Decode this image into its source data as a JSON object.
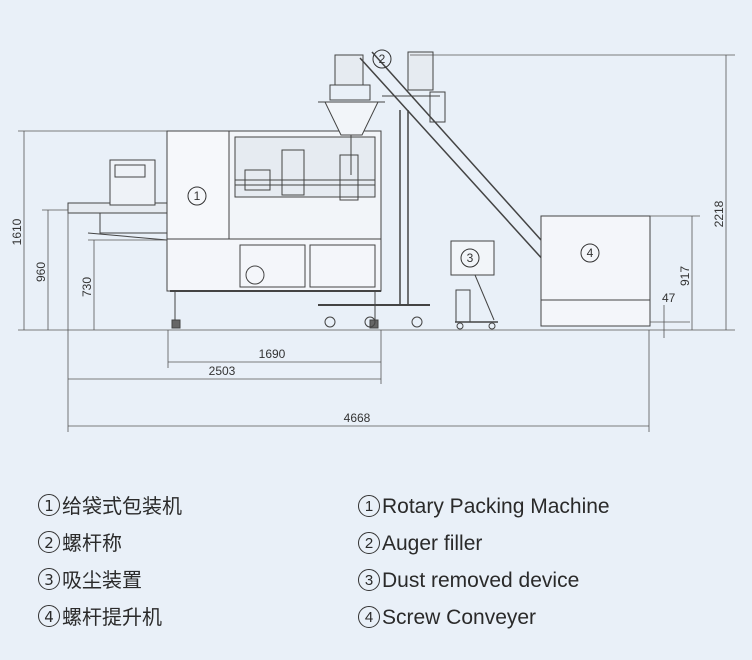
{
  "dimensions": {
    "total_height": "1610",
    "table_height": "960",
    "platform_height": "730",
    "machine_length": "1690",
    "machine_with_feeder_length": "2503",
    "overall_length": "4668",
    "conveyor_top_height": "917",
    "conveyor_base_height": "47",
    "filler_height": "2218"
  },
  "callouts": {
    "c1": "1",
    "c2": "2",
    "c3": "3",
    "c4": "4"
  },
  "legend_cn": [
    {
      "num": "1",
      "text": "给袋式包装机"
    },
    {
      "num": "2",
      "text": "螺杆称"
    },
    {
      "num": "3",
      "text": "吸尘装置"
    },
    {
      "num": "4",
      "text": "螺杆提升机"
    }
  ],
  "legend_en": [
    {
      "num": "1",
      "text": "Rotary Packing Machine"
    },
    {
      "num": "2",
      "text": "Auger filler"
    },
    {
      "num": "3",
      "text": "Dust removed device"
    },
    {
      "num": "4",
      "text": "Screw Conveyer"
    }
  ],
  "colors": {
    "background": "#e9f0f8",
    "line": "#333333",
    "dim_line": "#555555"
  }
}
